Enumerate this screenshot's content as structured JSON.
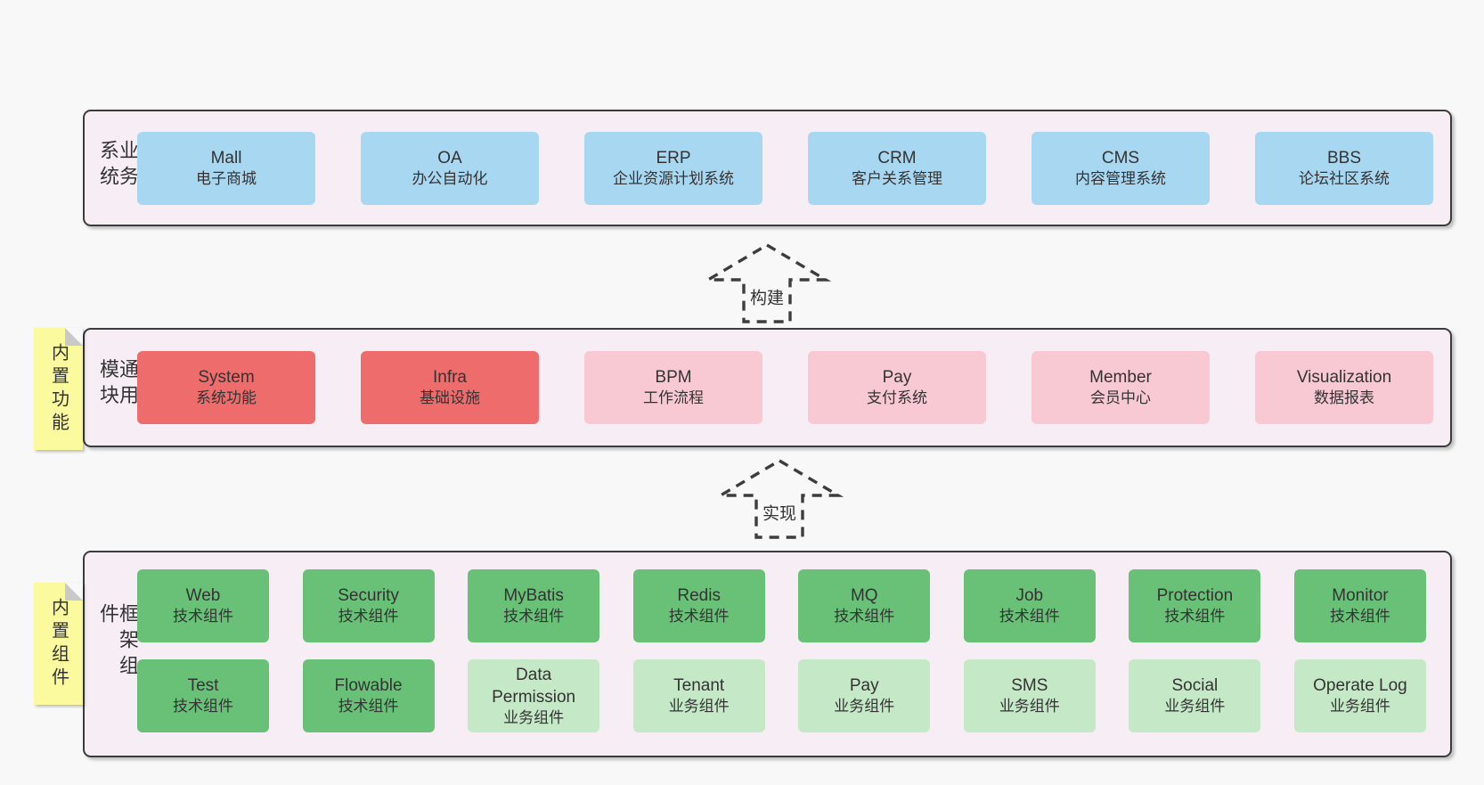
{
  "colors": {
    "page_bg": "#f8f8f8",
    "section_bg": "#f7edf5",
    "section_border": "#3c3c3c",
    "box_blue": "#a8d7f2",
    "box_red": "#ee6c6c",
    "box_pink": "#f9c9d3",
    "box_green_dark": "#68c177",
    "box_green_light": "#c5e8c7",
    "note_bg": "#fbfa9f",
    "note_fold": "#c9c9c9",
    "text": "#333333"
  },
  "sections": {
    "business": {
      "label": "业务系统",
      "boxes": [
        {
          "en": "Mall",
          "zh": "电子商城"
        },
        {
          "en": "OA",
          "zh": "办公自动化"
        },
        {
          "en": "ERP",
          "zh": "企业资源计划系统"
        },
        {
          "en": "CRM",
          "zh": "客户关系管理"
        },
        {
          "en": "CMS",
          "zh": "内容管理系统"
        },
        {
          "en": "BBS",
          "zh": "论坛社区系统"
        }
      ]
    },
    "modules": {
      "label": "通用模块",
      "note": "内置功能",
      "boxes": [
        {
          "en": "System",
          "zh": "系统功能"
        },
        {
          "en": "Infra",
          "zh": "基础设施"
        },
        {
          "en": "BPM",
          "zh": "工作流程"
        },
        {
          "en": "Pay",
          "zh": "支付系统"
        },
        {
          "en": "Member",
          "zh": "会员中心"
        },
        {
          "en": "Visualization",
          "zh": "数据报表"
        }
      ]
    },
    "framework": {
      "label": "框架组件",
      "note": "内置组件",
      "rows": [
        [
          {
            "en": "Web",
            "zh": "技术组件"
          },
          {
            "en": "Security",
            "zh": "技术组件"
          },
          {
            "en": "MyBatis",
            "zh": "技术组件"
          },
          {
            "en": "Redis",
            "zh": "技术组件"
          },
          {
            "en": "MQ",
            "zh": "技术组件"
          },
          {
            "en": "Job",
            "zh": "技术组件"
          },
          {
            "en": "Protection",
            "zh": "技术组件"
          },
          {
            "en": "Monitor",
            "zh": "技术组件"
          }
        ],
        [
          {
            "en": "Test",
            "zh": "技术组件"
          },
          {
            "en": "Flowable",
            "zh": "技术组件"
          },
          {
            "en": "Data Permission",
            "zh": "业务组件"
          },
          {
            "en": "Tenant",
            "zh": "业务组件"
          },
          {
            "en": "Pay",
            "zh": "业务组件"
          },
          {
            "en": "SMS",
            "zh": "业务组件"
          },
          {
            "en": "Social",
            "zh": "业务组件"
          },
          {
            "en": "Operate Log",
            "zh": "业务组件"
          }
        ]
      ]
    }
  },
  "arrows": [
    {
      "label": "构建"
    },
    {
      "label": "实现"
    }
  ]
}
